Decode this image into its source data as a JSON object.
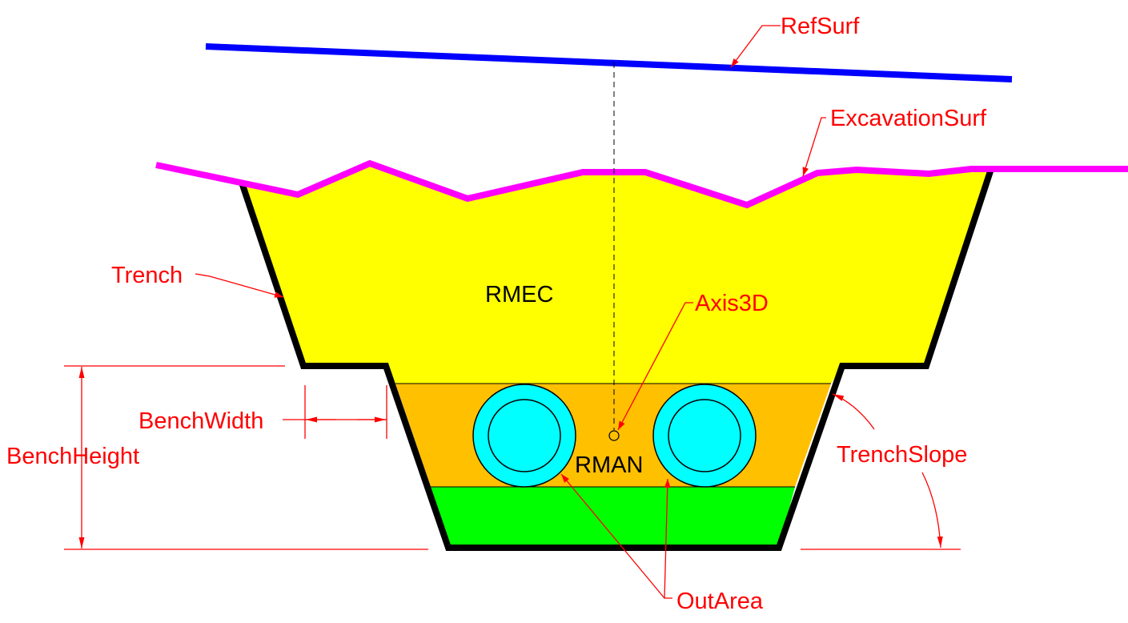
{
  "diagram": {
    "labels": {
      "ref_surf": "RefSurf",
      "excavation_surf": "ExcavationSurf",
      "trench": "Trench",
      "axis3d": "Axis3D",
      "bench_width": "BenchWidth",
      "bench_height": "BenchHeight",
      "trench_slope": "TrenchSlope",
      "out_area": "OutArea"
    },
    "zones": {
      "upper_fill": "RMEC",
      "pipe_zone": "RMAN"
    }
  },
  "colors": {
    "annotation": "#ff0000",
    "ref_surface": "#0000ff",
    "excavation_surface": "#ff00ff",
    "trench_outline": "#000000",
    "upper_fill": "#ffff00",
    "pipe_zone_fill": "#ffc000",
    "bedding_fill": "#00ff00",
    "pipe_fill": "#00ffff",
    "zone_text": "#000000"
  }
}
